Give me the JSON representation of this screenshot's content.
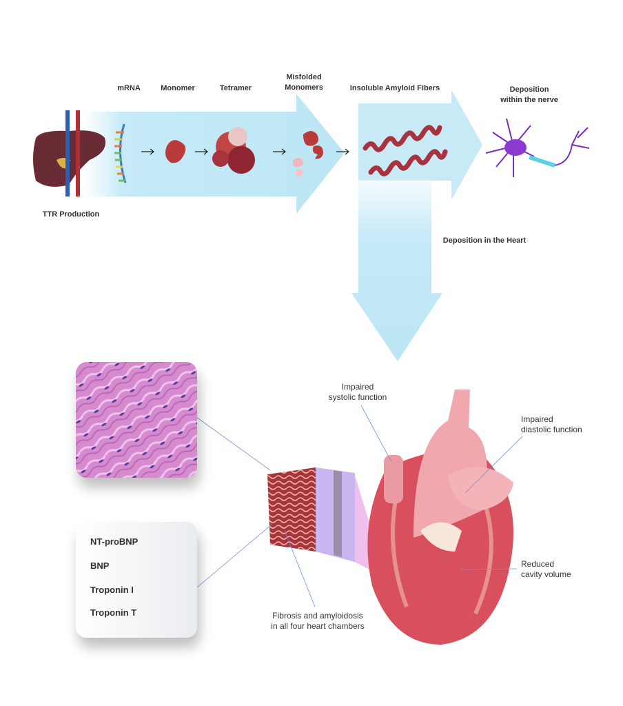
{
  "pathway": {
    "source_label": "TTR Production",
    "steps": [
      "mRNA",
      "Monomer",
      "Tetramer"
    ],
    "misfolded_line1": "Misfolded",
    "misfolded_line2": "Monomers",
    "fibers_label": "Insoluble Amyloid Fibers",
    "nerve_line1": "Deposition",
    "nerve_line2": "within the nerve",
    "heart_label": "Deposition in the Heart"
  },
  "heart": {
    "systolic_line1": "Impaired",
    "systolic_line2": "systolic function",
    "diastolic_line1": "Impaired",
    "diastolic_line2": "diastolic function",
    "cavity_line1": "Reduced",
    "cavity_line2": "cavity volume",
    "fibrosis_line1": "Fibrosis and amyloidosis",
    "fibrosis_line2": "in all four heart chambers"
  },
  "biomarkers": [
    "NT-proBNP",
    "BNP",
    "Troponin I",
    "Troponin T"
  ],
  "colors": {
    "arrow": "#bfe7f5",
    "protein": "#b83a3a",
    "neuron": "#7a2bc0",
    "heart": "#e88a92"
  }
}
